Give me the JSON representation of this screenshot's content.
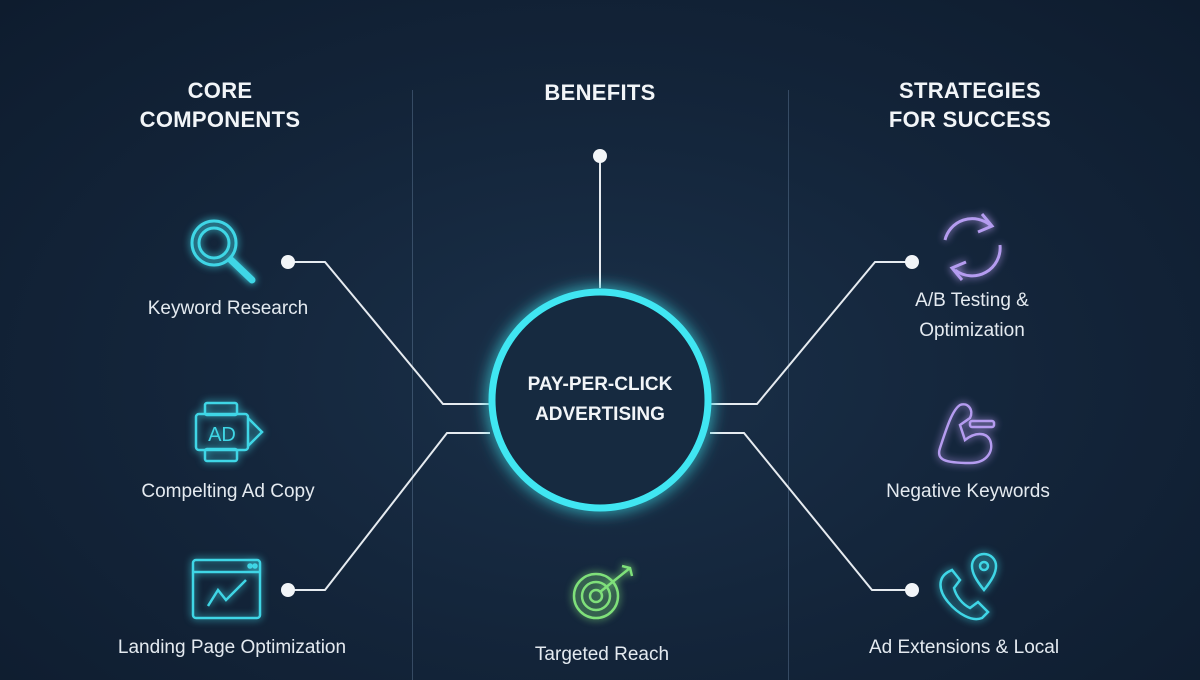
{
  "columns": [
    {
      "title_line1": "CORE",
      "title_line2": "COMPONENTS"
    },
    {
      "title_line1": "BENEFITS"
    },
    {
      "title_line1": "STRATEGIES",
      "title_line2": "FOR SUCCESS"
    }
  ],
  "center": {
    "line1": "PAY-PER-CLICK",
    "line2": "ADVERTISING"
  },
  "core_items": [
    {
      "label": "Keyword Research",
      "icon": "magnifier-icon"
    },
    {
      "label": "Compelting Ad Copy",
      "icon": "ad-badge-icon"
    },
    {
      "label": "Landing Page Optimization",
      "icon": "browser-chart-icon"
    }
  ],
  "benefit_items": [
    {
      "label": "Targeted Reach",
      "icon": "target-arrow-icon"
    }
  ],
  "strategy_items": [
    {
      "label_line1": "A/B Testing &",
      "label_line2": "Optimization",
      "icon": "refresh-arrows-icon"
    },
    {
      "label": "Negative Keywords",
      "icon": "flexed-arm-minus-icon"
    },
    {
      "label": "Ad Extensions & Local",
      "icon": "phone-location-icon"
    }
  ],
  "colors": {
    "cyan": "#3fd6e6",
    "purple": "#b59cf0",
    "green": "#7fe07a",
    "line": "#e6ebf0"
  }
}
